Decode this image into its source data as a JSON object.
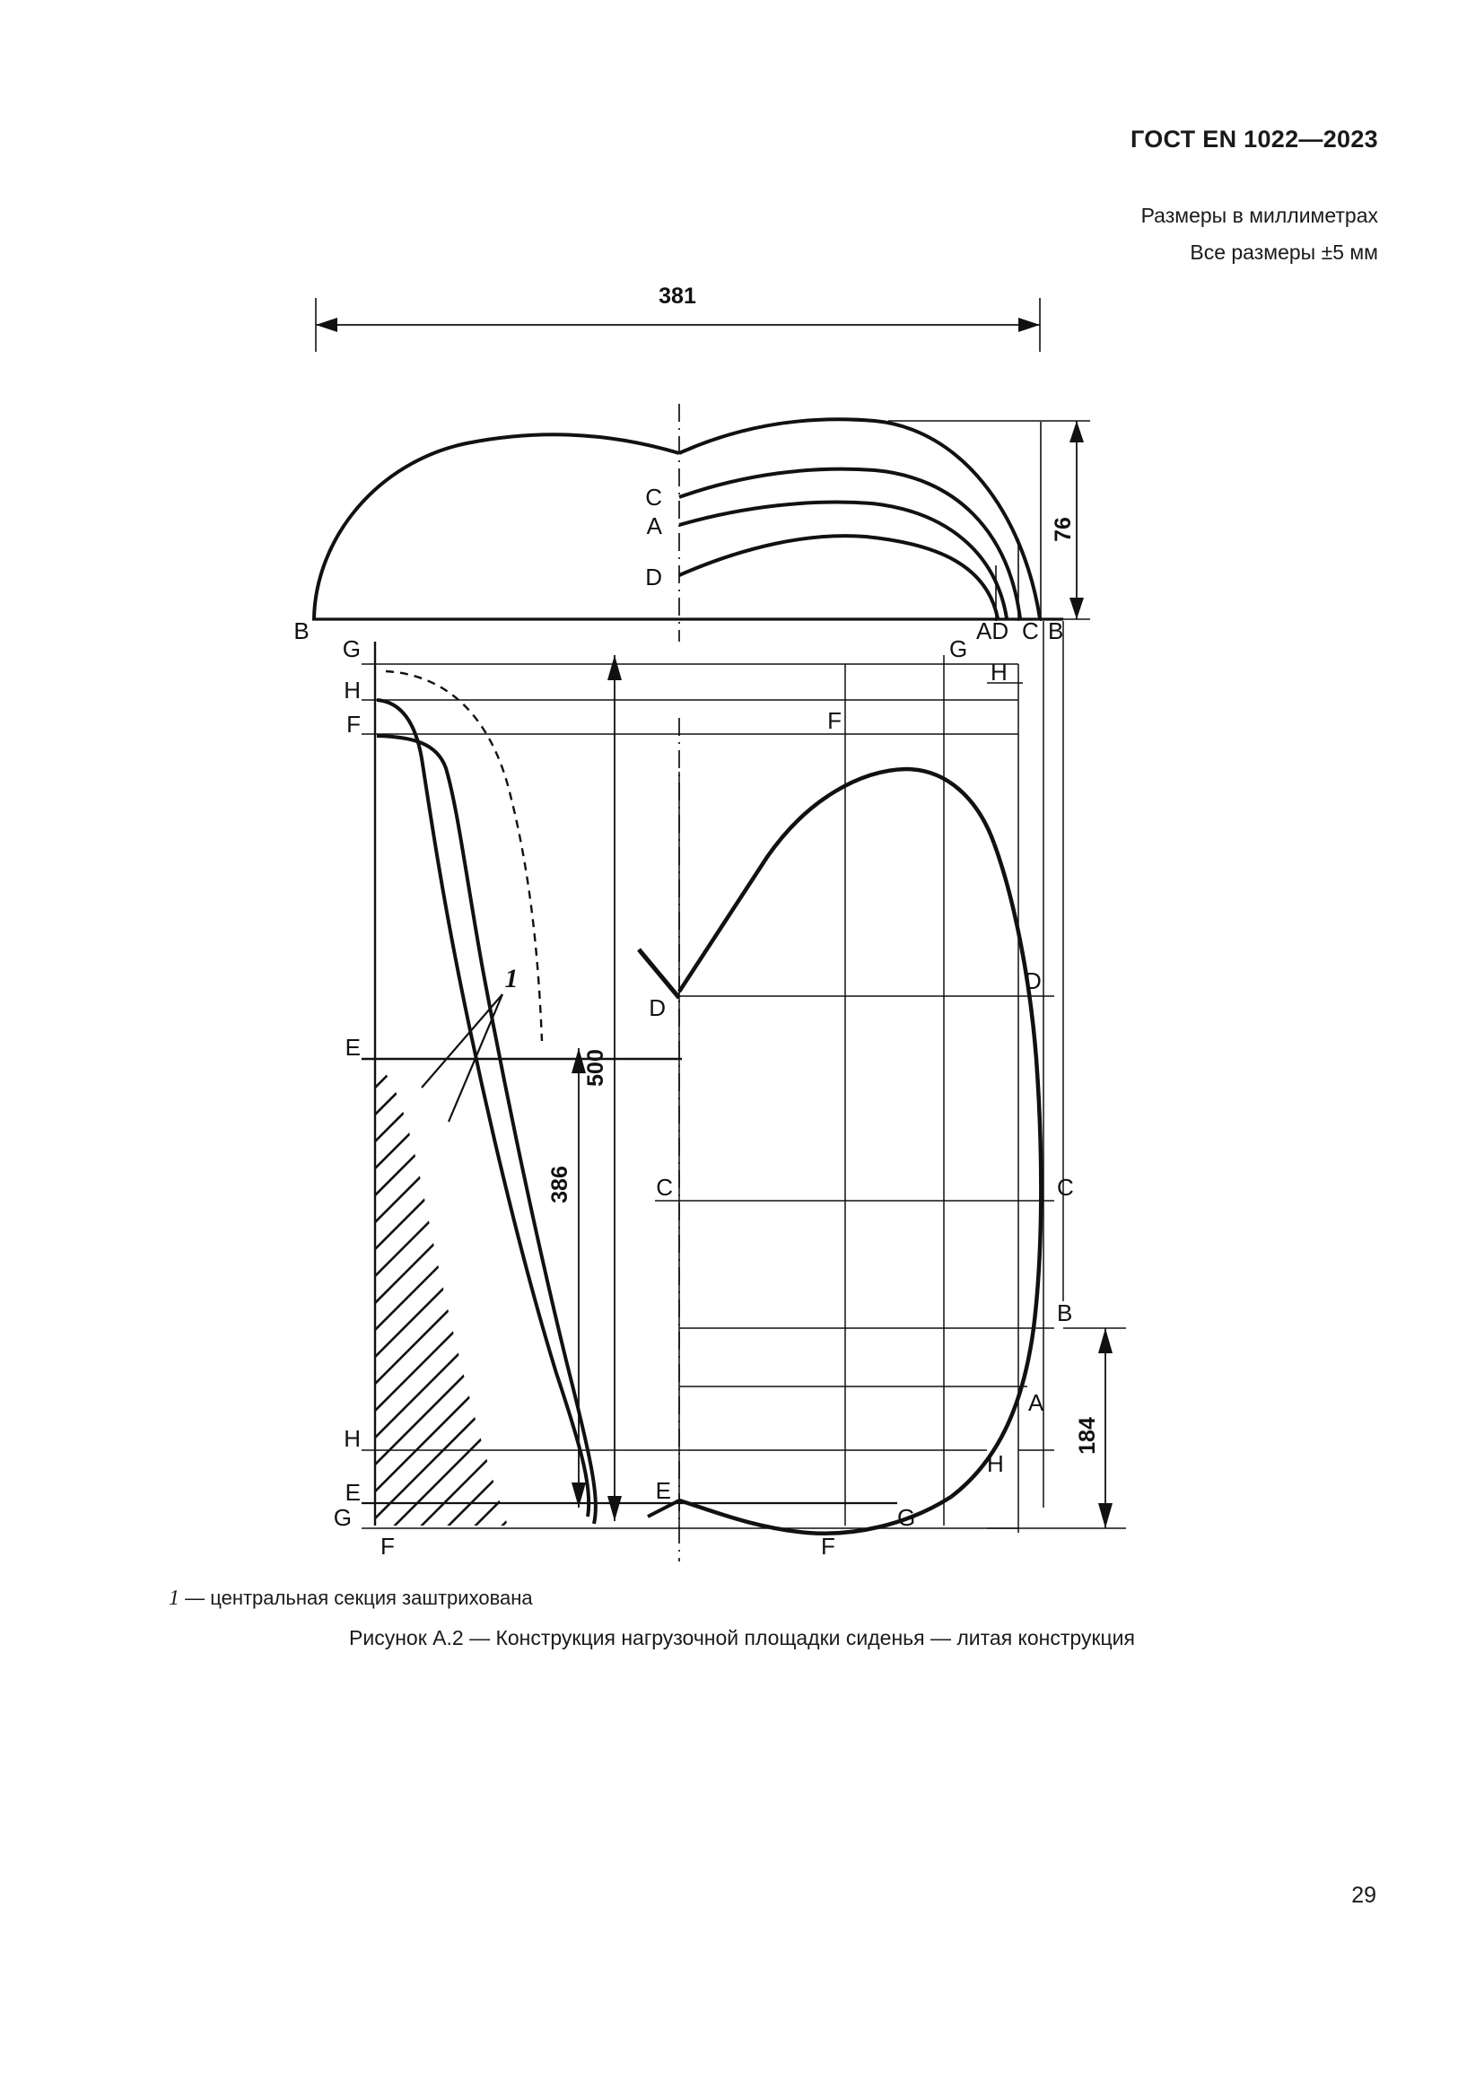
{
  "header": {
    "standard_title": "ГОСТ EN 1022—2023",
    "units_note_line1": "Размеры в миллиметрах",
    "units_note_line2": "Все размеры ±5 мм"
  },
  "figure": {
    "dimensions": {
      "width_total": "381",
      "height_front": "76",
      "depth_overall": "500",
      "depth_inner": "386",
      "height_rear": "184"
    },
    "callout": {
      "number": "1",
      "note": "1 — центральная секция заштрихована",
      "note_marker": "1",
      "note_text": "— центральная секция заштрихована"
    },
    "front_view_labels": {
      "left_base": "B",
      "section_c": "C",
      "section_a": "A",
      "section_d": "D",
      "right_ad": "AD",
      "right_c": "C",
      "right_b": "B"
    },
    "side_view_labels": {
      "g_top": "G",
      "h_upper": "H",
      "f_upper": "F",
      "e_mid": "E",
      "h_lower": "H",
      "e_lower": "E",
      "g_lower": "G",
      "f_bottom": "F"
    },
    "plan_view_labels": {
      "g_top_left": "G",
      "h_top_right": "H",
      "f_upper": "F",
      "d_notch": "D",
      "d_right": "D",
      "c_center": "C",
      "c_right": "C",
      "b_right": "B",
      "a_right": "A",
      "h_bottom_right": "H",
      "e_bottom": "E",
      "f_bottom": "F",
      "g_bottom_right": "G"
    }
  },
  "caption": "Рисунок А.2 — Конструкция нагрузочной площадки сиденья — литая конструкция",
  "page_number": "29",
  "colors": {
    "ink": "#111111",
    "paper": "#ffffff"
  }
}
